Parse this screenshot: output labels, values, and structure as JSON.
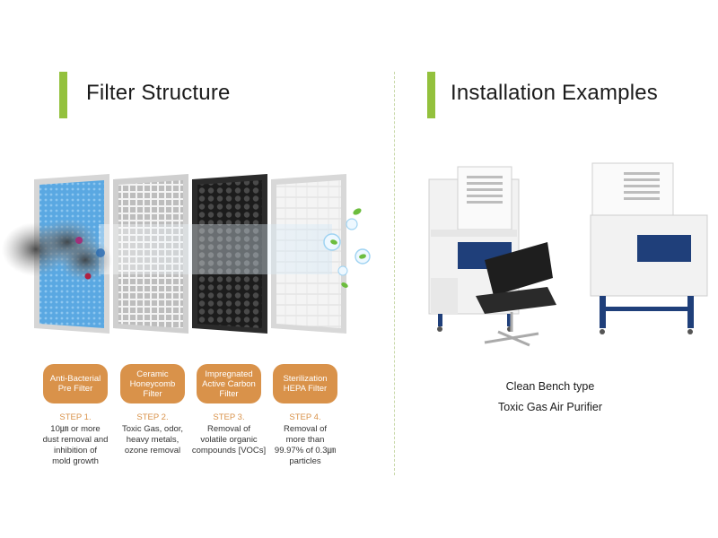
{
  "left": {
    "heading": "Filter Structure",
    "filters": [
      {
        "label": "Anti-Bacterial\nPre Filter",
        "step": "STEP 1.",
        "desc": "10㎛ or more\ndust removal and\ninhibition of\nmold growth"
      },
      {
        "label": "Ceramic\nHoneycomb\nFilter",
        "step": "STEP 2.",
        "desc": "Toxic Gas, odor,\nheavy metals,\nozone removal"
      },
      {
        "label": "Impregnated\nActive Carbon\nFilter",
        "step": "STEP 3.",
        "desc": "Removal of\nvolatile organic\ncompounds [VOCs]"
      },
      {
        "label": "Sterilization\nHEPA Filter",
        "step": "STEP 4.",
        "desc": "Removal of\nmore than\n99.97% of 0.3㎛\nparticles"
      }
    ]
  },
  "right": {
    "heading": "Installation Examples",
    "caption_line1": "Clean Bench type",
    "caption_line2": "Toxic Gas Air Purifier"
  },
  "colors": {
    "accent_green": "#93c13d",
    "step_orange": "#d9924a",
    "cabinet_blue": "#1f3f7a"
  }
}
